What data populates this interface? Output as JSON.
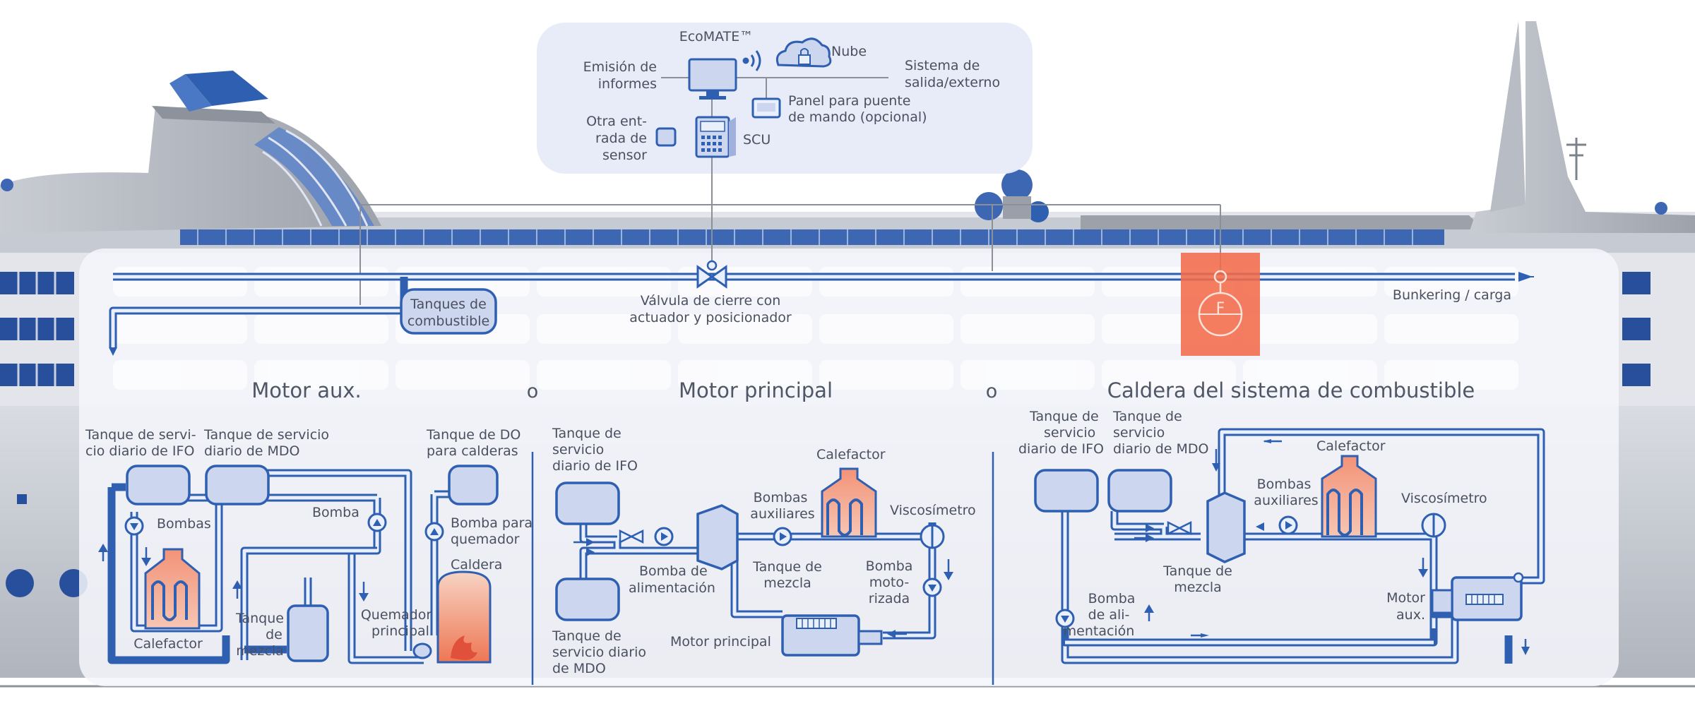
{
  "control": {
    "ecomate": "EcoMATE™",
    "cloud": "Nube",
    "emission_1": "Emisión de",
    "emission_2": "informes",
    "output_1": "Sistema de",
    "output_2": "salida/externo",
    "bridge_1": "Panel para puente",
    "bridge_2": "de mando (opcional)",
    "sensor_1": "Otra ent-",
    "sensor_2": "rada de",
    "sensor_3": "sensor",
    "scu": "SCU"
  },
  "main_line": {
    "tanks_1": "Tanques de",
    "tanks_2": "combustible",
    "valve_1": "Válvula de cierre con",
    "valve_2": "actuador y posicionador",
    "bunkering": "Bunkering / carga",
    "flowmeter": "F"
  },
  "titles": {
    "aux": "Motor aux.",
    "main": "Motor principal",
    "boiler": "Caldera del sistema de combustible",
    "or": "o"
  },
  "aux_engine": {
    "ifo_1": "Tanque de servi-",
    "ifo_2": "cio diario de IFO",
    "mdo_1": "Tanque de servicio",
    "mdo_2": "diario de MDO",
    "do_1": "Tanque de DO",
    "do_2": "para calderas",
    "pumps": "Bombas",
    "pump": "Bomba",
    "burner_pump_1": "Bomba para",
    "burner_pump_2": "quemador",
    "boiler": "Caldera",
    "mix_1": "Tanque",
    "mix_2": "de",
    "mix_3": "mezcla",
    "burner_1": "Quemador",
    "burner_2": "principal",
    "heater": "Calefactor"
  },
  "main_engine": {
    "ifo_1": "Tanque de",
    "ifo_2": "servicio",
    "ifo_3": "diario de IFO",
    "heater": "Calefactor",
    "aux_pumps_1": "Bombas",
    "aux_pumps_2": "auxiliares",
    "visco": "Viscosímetro",
    "feed_1": "Bomba de",
    "feed_2": "alimentación",
    "mix_1": "Tanque de",
    "mix_2": "mezcla",
    "motor_pump_1": "Bomba",
    "motor_pump_2": "moto-",
    "motor_pump_3": "rizada",
    "mdo_1": "Tanque de",
    "mdo_2": "servicio diario",
    "mdo_3": "de MDO",
    "engine": "Motor principal"
  },
  "boiler_system": {
    "ifo_1": "Tanque de",
    "ifo_2": "servicio",
    "ifo_3": "diario de IFO",
    "mdo_1": "Tanque de",
    "mdo_2": "servicio",
    "mdo_3": "diario de MDO",
    "heater": "Calefactor",
    "aux_pumps_1": "Bombas",
    "aux_pumps_2": "auxiliares",
    "visco": "Viscosímetro",
    "mix_1": "Tanque de",
    "mix_2": "mezcla",
    "feed_1": "Bomba",
    "feed_2": "de ali-",
    "feed_3": "mentación",
    "aux_motor_1": "Motor",
    "aux_motor_2": "aux."
  },
  "colors": {
    "pipe": "#2f5fb0",
    "tank_fill": "#cdd6ef",
    "heater": "#ef8a6a",
    "flowmeter": "#f26b4a",
    "panel": "#eef2fb"
  }
}
